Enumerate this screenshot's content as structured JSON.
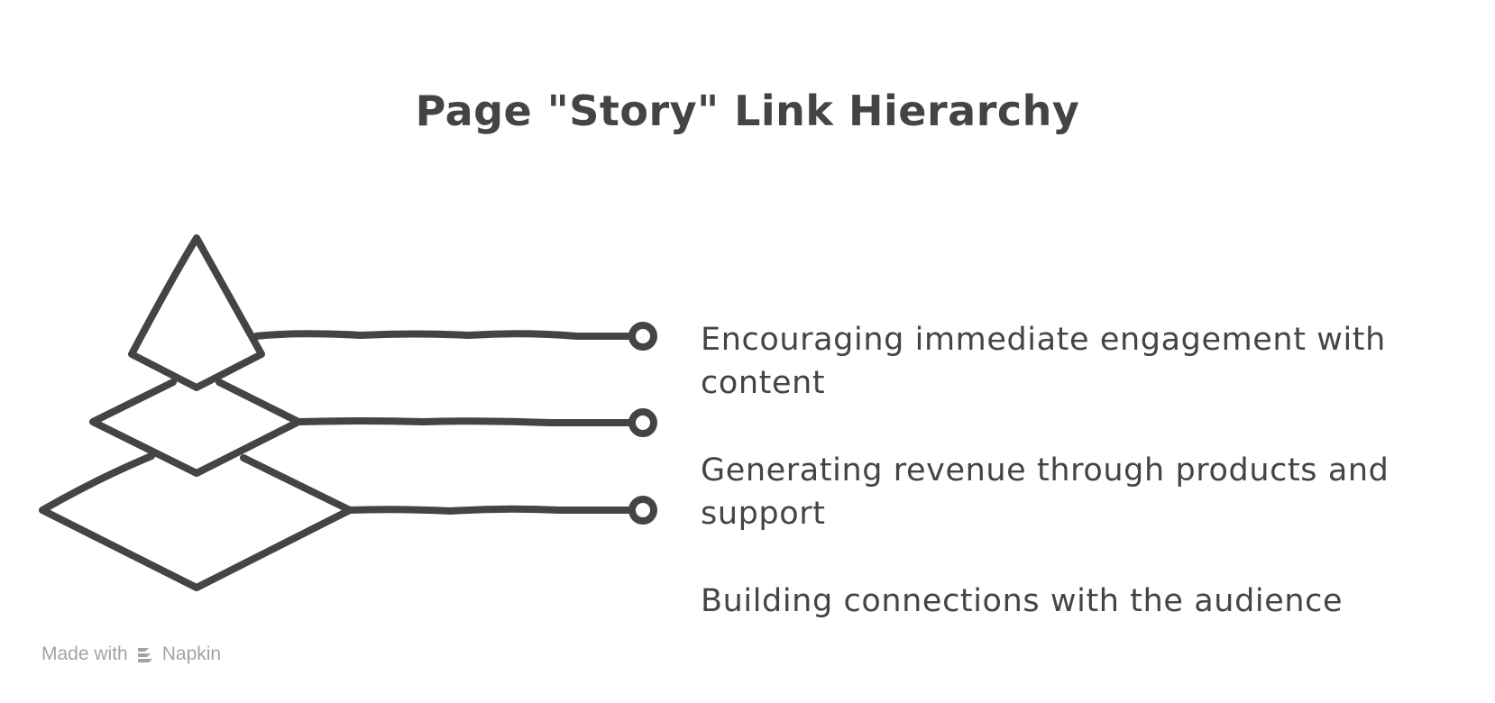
{
  "title": "Page \"Story\" Link Hierarchy",
  "items": [
    {
      "label": "Encouraging immediate engagement with content"
    },
    {
      "label": "Generating revenue through products and support"
    },
    {
      "label": "Building connections with the audience"
    }
  ],
  "footer": {
    "made_with": "Made with",
    "brand": "Napkin",
    "logo_icon": "napkin-logo-icon"
  },
  "colors": {
    "ink": "#444444",
    "footer": "#a3a3a3",
    "background": "#ffffff"
  }
}
